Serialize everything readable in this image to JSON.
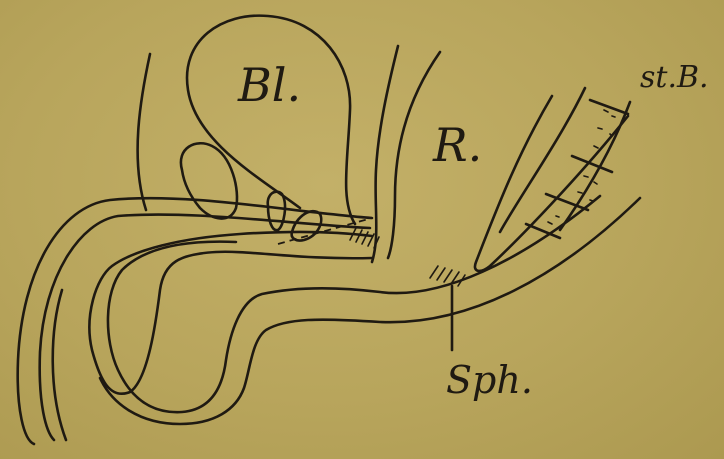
{
  "figure": {
    "labels": {
      "bladder": "Bl.",
      "rectum": "R.",
      "spine": "st.B.",
      "sphincter": "Sph."
    },
    "colors": {
      "paper": "#b9a65e",
      "ink": "#1f1a12"
    }
  }
}
